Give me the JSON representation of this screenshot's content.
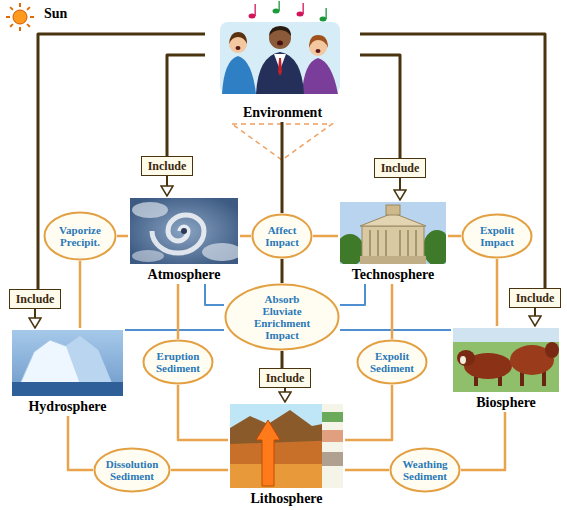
{
  "diagram": {
    "nodes": [
      {
        "text": [
          "Environment"
        ]
      },
      {
        "text": [
          "Include"
        ]
      },
      {
        "text": [
          "Include"
        ]
      },
      {
        "text": [
          "Vaporize Precipit."
        ]
      },
      {
        "text": [
          "Atmosphere"
        ]
      },
      {
        "text": [
          "Affect Impact"
        ]
      },
      {
        "text": [
          "Technosphere"
        ]
      },
      {
        "text": [
          "Expolit Impact"
        ]
      },
      {
        "text": [
          "Include"
        ]
      },
      {
        "text": [
          "Absorb Eluviate Enrichment Impact"
        ]
      },
      {
        "text": [
          "Include"
        ]
      },
      {
        "text": [
          "Hydrosphere"
        ]
      },
      {
        "text": [
          "Eruption Sediment"
        ]
      },
      {
        "text": [
          "Include"
        ]
      },
      {
        "text": [
          "Expolit Sediment"
        ]
      },
      {
        "text": [
          "Biosphere"
        ]
      },
      {
        "text": [
          "Lithosphere"
        ]
      },
      {
        "text": [
          "Dissolution Sediment"
        ]
      },
      {
        "text": [
          "Weathing Sediment"
        ]
      }
    ],
    "edges": [
      {
        "from": 0,
        "to": 1,
        "arrow": "none"
      },
      {
        "from": 0,
        "to": 2,
        "arrow": "none"
      },
      {
        "from": 0,
        "to": 8,
        "arrow": "none"
      },
      {
        "from": 0,
        "to": 10,
        "arrow": "none"
      },
      {
        "from": 0,
        "to": 5,
        "arrow": "none"
      },
      {
        "from": 1,
        "to": 4,
        "arrow": "to"
      },
      {
        "from": 2,
        "to": 6,
        "arrow": "to"
      },
      {
        "from": 8,
        "to": 11,
        "arrow": "to"
      },
      {
        "from": 10,
        "to": 15,
        "arrow": "to"
      },
      {
        "from": 13,
        "to": 16,
        "arrow": "to"
      },
      {
        "from": 4,
        "to": 3,
        "arrow": "none"
      },
      {
        "from": 3,
        "to": 11,
        "arrow": "none"
      },
      {
        "from": 4,
        "to": 5,
        "arrow": "none"
      },
      {
        "from": 5,
        "to": 6,
        "arrow": "none"
      },
      {
        "from": 6,
        "to": 7,
        "arrow": "none"
      },
      {
        "from": 7,
        "to": 15,
        "arrow": "none"
      },
      {
        "from": 5,
        "to": 9,
        "arrow": "none"
      },
      {
        "from": 9,
        "to": 13,
        "arrow": "none"
      },
      {
        "from": 4,
        "to": 9,
        "arrow": "none"
      },
      {
        "from": 6,
        "to": 9,
        "arrow": "none"
      },
      {
        "from": 11,
        "to": 9,
        "arrow": "none"
      },
      {
        "from": 9,
        "to": 15,
        "arrow": "none"
      },
      {
        "from": 4,
        "to": 12,
        "arrow": "none"
      },
      {
        "from": 12,
        "to": 16,
        "arrow": "none"
      },
      {
        "from": 6,
        "to": 14,
        "arrow": "none"
      },
      {
        "from": 14,
        "to": 16,
        "arrow": "none"
      },
      {
        "from": 11,
        "to": 17,
        "arrow": "none"
      },
      {
        "from": 17,
        "to": 16,
        "arrow": "none"
      },
      {
        "from": 16,
        "to": 18,
        "arrow": "none"
      },
      {
        "from": 18,
        "to": 15,
        "arrow": "none"
      }
    ],
    "labels": [
      "Sun"
    ]
  }
}
